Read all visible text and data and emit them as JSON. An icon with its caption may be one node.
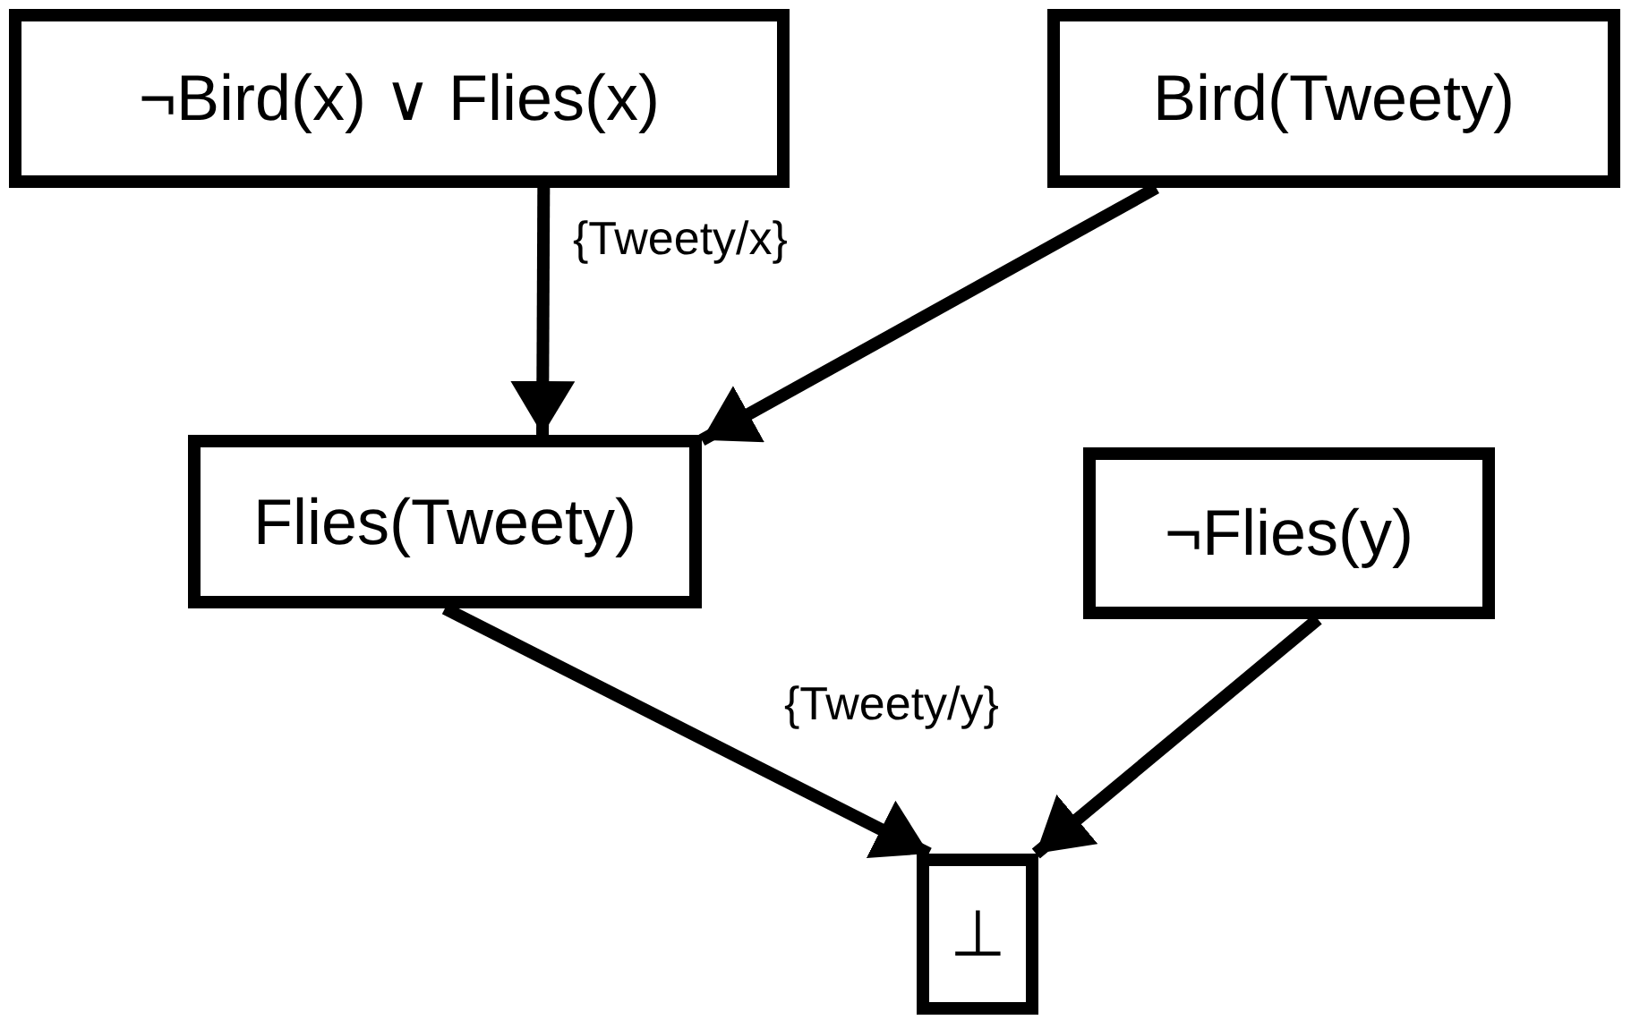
{
  "diagram": {
    "nodes": [
      {
        "text": [
          "¬Bird(x) ∨ Flies(x)"
        ]
      },
      {
        "text": [
          "Bird(Tweety)"
        ]
      },
      {
        "text": [
          "Flies(Tweety)"
        ]
      },
      {
        "text": [
          "¬Flies(y)"
        ]
      },
      {
        "text": [
          "⊥"
        ]
      }
    ],
    "edges": [
      {
        "from": 0,
        "to": 2,
        "arrow": "to",
        "label": "{Tweety/x}"
      },
      {
        "from": 1,
        "to": 2,
        "arrow": "to"
      },
      {
        "from": 2,
        "to": 4,
        "arrow": "to",
        "label": "{Tweety/y}"
      },
      {
        "from": 3,
        "to": 4,
        "arrow": "to"
      }
    ]
  }
}
